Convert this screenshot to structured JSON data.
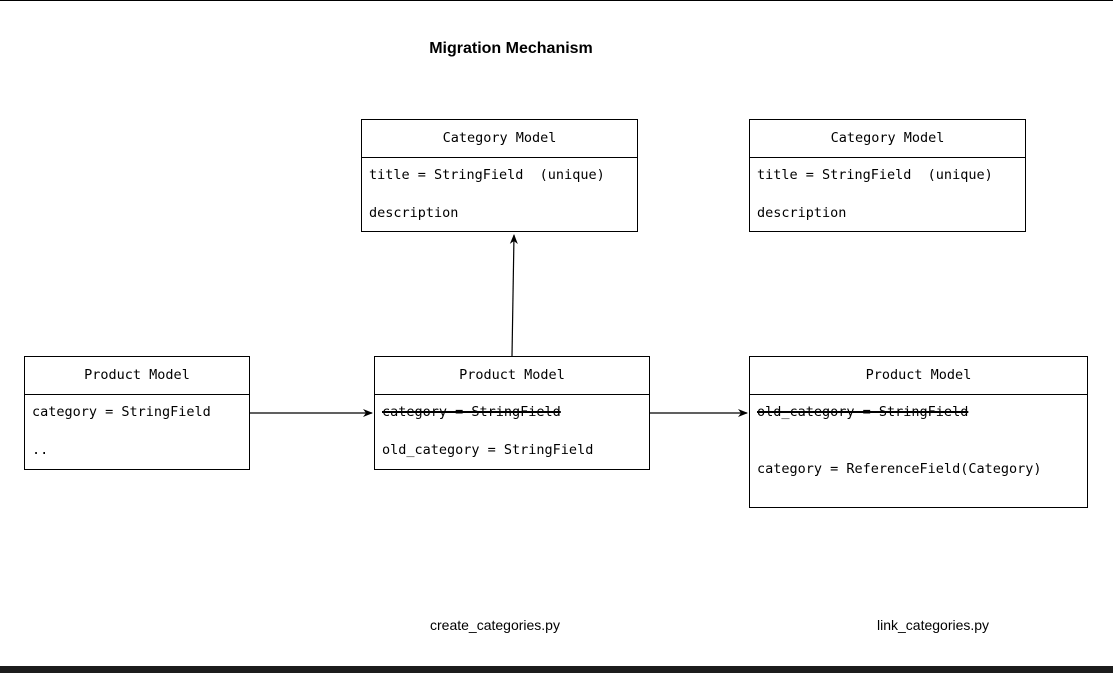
{
  "diagram": {
    "title": "Migration Mechanism",
    "category_model_1": {
      "header": "Category Model",
      "fields": [
        "title = StringField  (unique)",
        "description"
      ]
    },
    "category_model_2": {
      "header": "Category Model",
      "fields": [
        "title = StringField  (unique)",
        "description"
      ]
    },
    "product_model_1": {
      "header": "Product Model",
      "fields": [
        "category = StringField",
        ".."
      ]
    },
    "product_model_2": {
      "header": "Product Model",
      "fields": [
        "category = StringField",
        "old_category = StringField"
      ]
    },
    "product_model_3": {
      "header": "Product Model",
      "fields": [
        "old_category = StringField",
        "category = ReferenceField(Category)"
      ]
    },
    "captions": {
      "step1": "create_categories.py",
      "step2": "link_categories.py"
    }
  }
}
